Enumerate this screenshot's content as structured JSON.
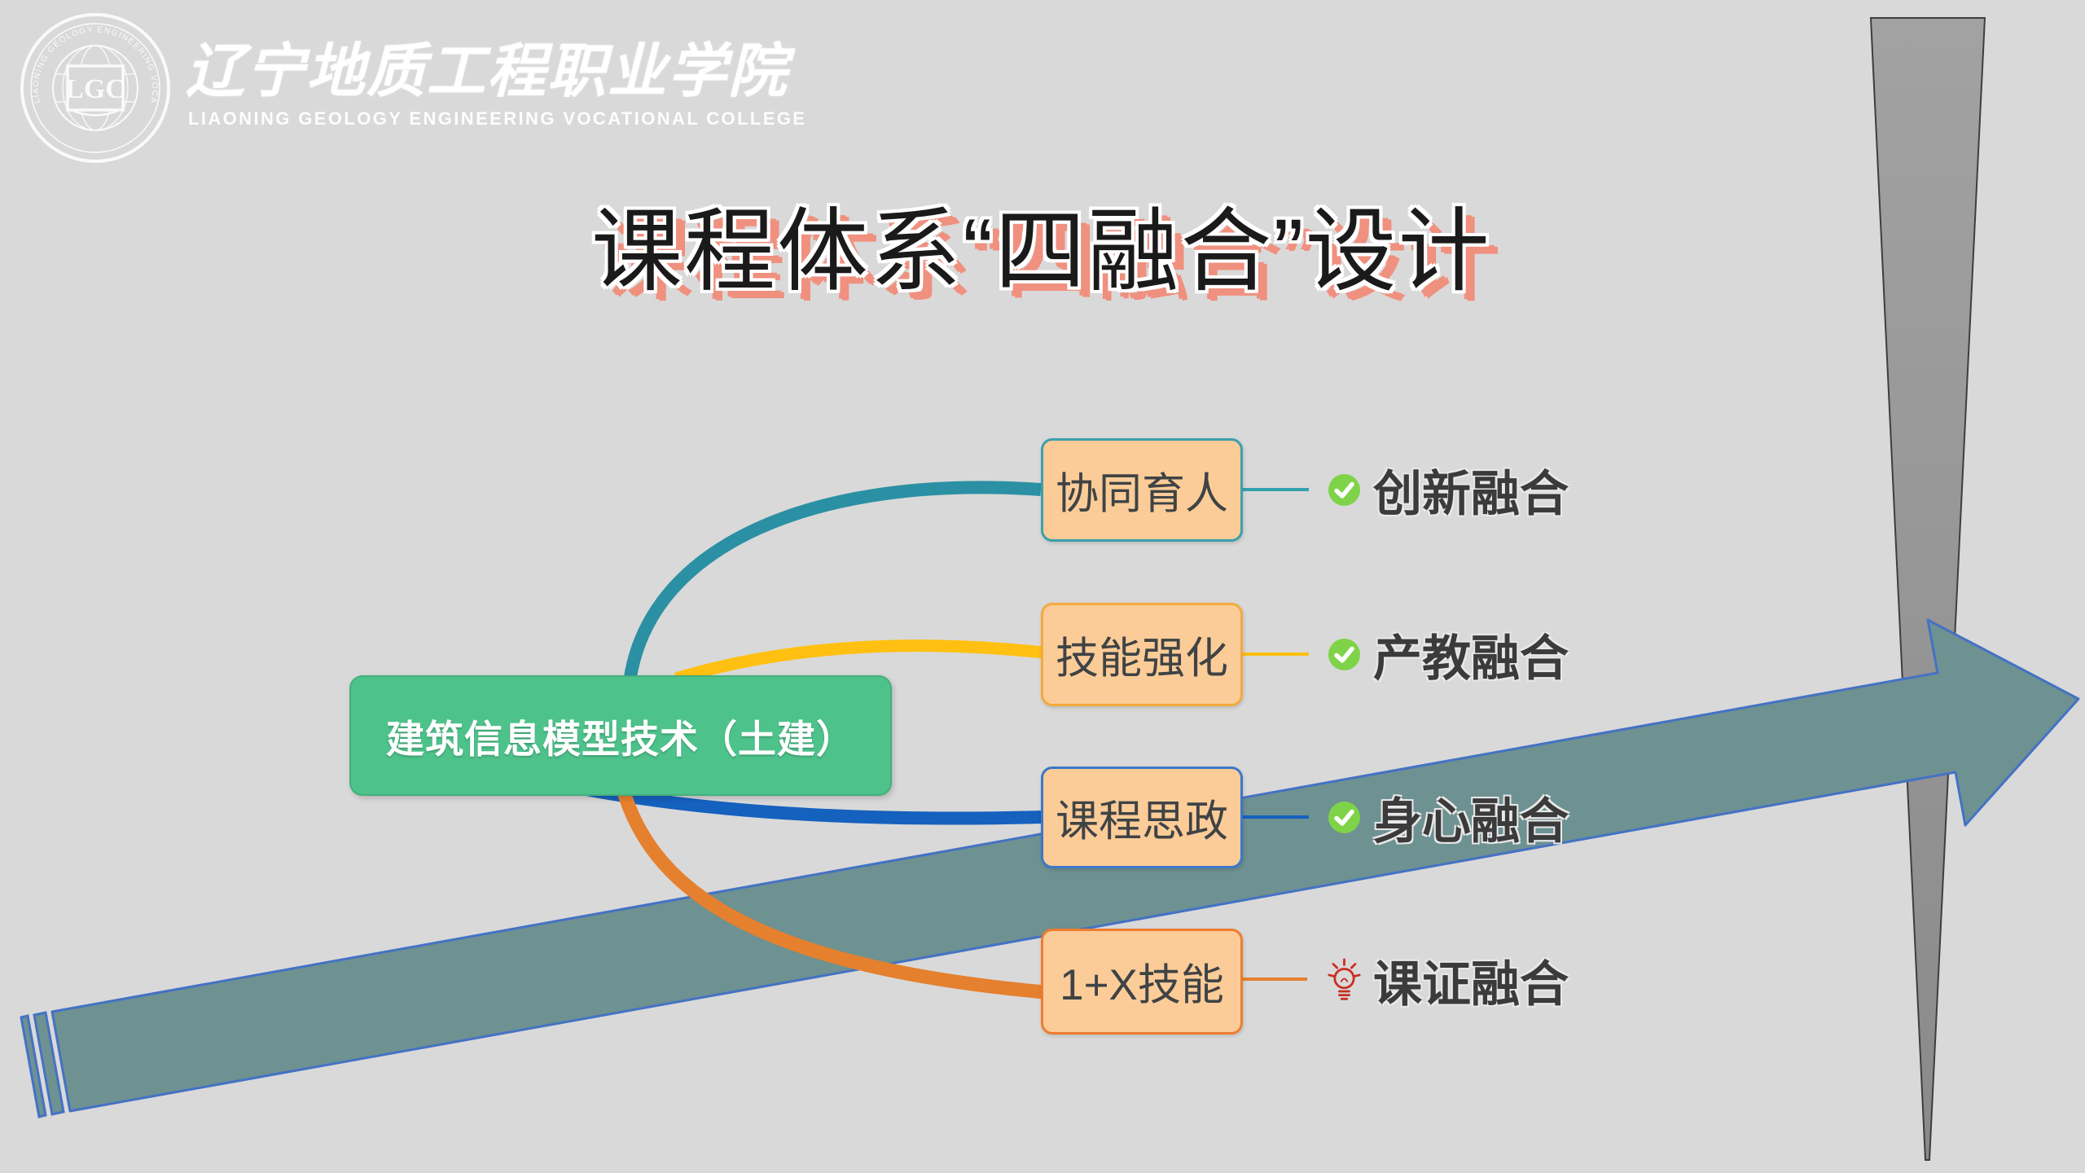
{
  "header": {
    "logo_acronym": "LGC",
    "college_name_cn": "辽宁地质工程职业学院",
    "college_name_en": "LIAONING GEOLOGY ENGINEERING VOCATIONAL COLLEGE"
  },
  "slide": {
    "title": "课程体系“四融合”设计"
  },
  "mindmap": {
    "root": {
      "label": "建筑信息模型技术（土建）",
      "fill_color": "#4EC28B"
    },
    "branches": [
      {
        "label": "协同育人",
        "result": "创新融合",
        "icon": "check-circle",
        "branch_color": "#2B90A3"
      },
      {
        "label": "技能强化",
        "result": "产教融合",
        "icon": "check-circle",
        "branch_color": "#FFC011"
      },
      {
        "label": "课程思政",
        "result": "身心融合",
        "icon": "check-circle",
        "branch_color": "#1561BE"
      },
      {
        "label": "1+X技能",
        "result": "课证融合",
        "icon": "lightbulb",
        "branch_color": "#E5802F"
      }
    ],
    "branch_box_fill": "#FCCC98",
    "check_icon_color": "#7ED348",
    "lightbulb_icon_color": "#CB2D22"
  },
  "decor": {
    "background_color": "#D9D9D9",
    "big_arrow_fill": "#6E9192",
    "big_arrow_stroke": "#4472C4",
    "gray_spike_fill": "#979797",
    "title_shadow_color": "#F0907F"
  }
}
